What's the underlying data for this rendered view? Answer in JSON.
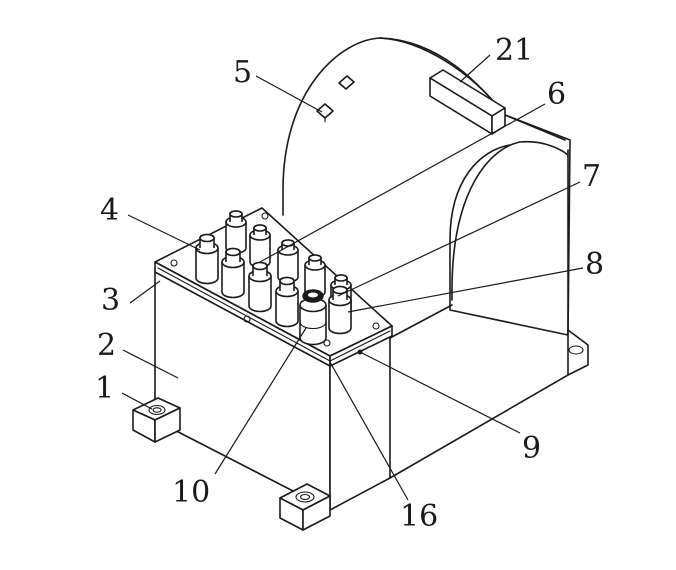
{
  "callouts": {
    "c1": "1",
    "c2": "2",
    "c3": "3",
    "c4": "4",
    "c5": "5",
    "c6": "6",
    "c7": "7",
    "c8": "8",
    "c9": "9",
    "c10": "10",
    "c16": "16",
    "c21": "21"
  },
  "colors": {
    "line": "#1a1a1a",
    "background": "#ffffff"
  }
}
